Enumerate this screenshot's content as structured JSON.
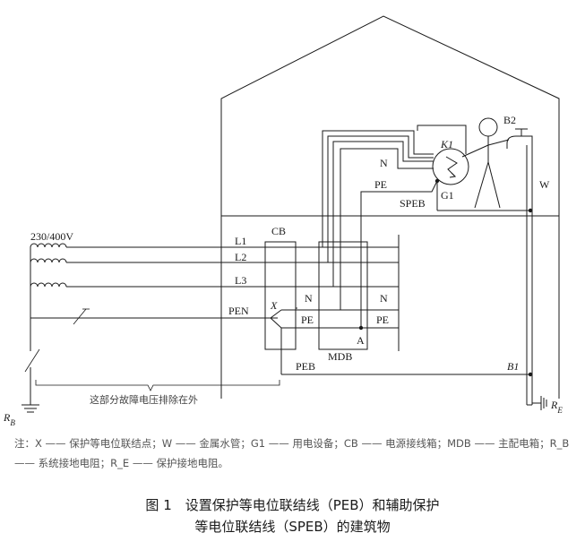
{
  "labels": {
    "voltage": "230/400V",
    "cb": "CB",
    "l1": "L1",
    "l2": "L2",
    "l3": "L3",
    "pen": "PEN",
    "x": "X",
    "n_cb": "N",
    "pe_cb": "PE",
    "n_mdb": "N",
    "pe_mdb": "PE",
    "a": "A",
    "mdb": "MDB",
    "peb": "PEB",
    "b1": "B1",
    "rb": "R",
    "rb_sub": "B",
    "re": "R",
    "re_sub": "E",
    "fault_excluded": "这部分故障电压排除在外",
    "n_top": "N",
    "pe_top": "PE",
    "speb": "SPEB",
    "k1": "K1",
    "g1": "G1",
    "b2": "B2",
    "w": "W"
  },
  "note": "注：X —— 保护等电位联结点；W —— 金属水管；G1 —— 用电设备；CB —— 电源接线箱；MDB —— 主配电箱；R_B —— 系统接地电阻；R_E —— 保护接地电阻。",
  "figure_title_line1": "图 1　设置保护等电位联结线（PEB）和辅助保护",
  "figure_title_line2": "等电位联结线（SPEB）的建筑物"
}
